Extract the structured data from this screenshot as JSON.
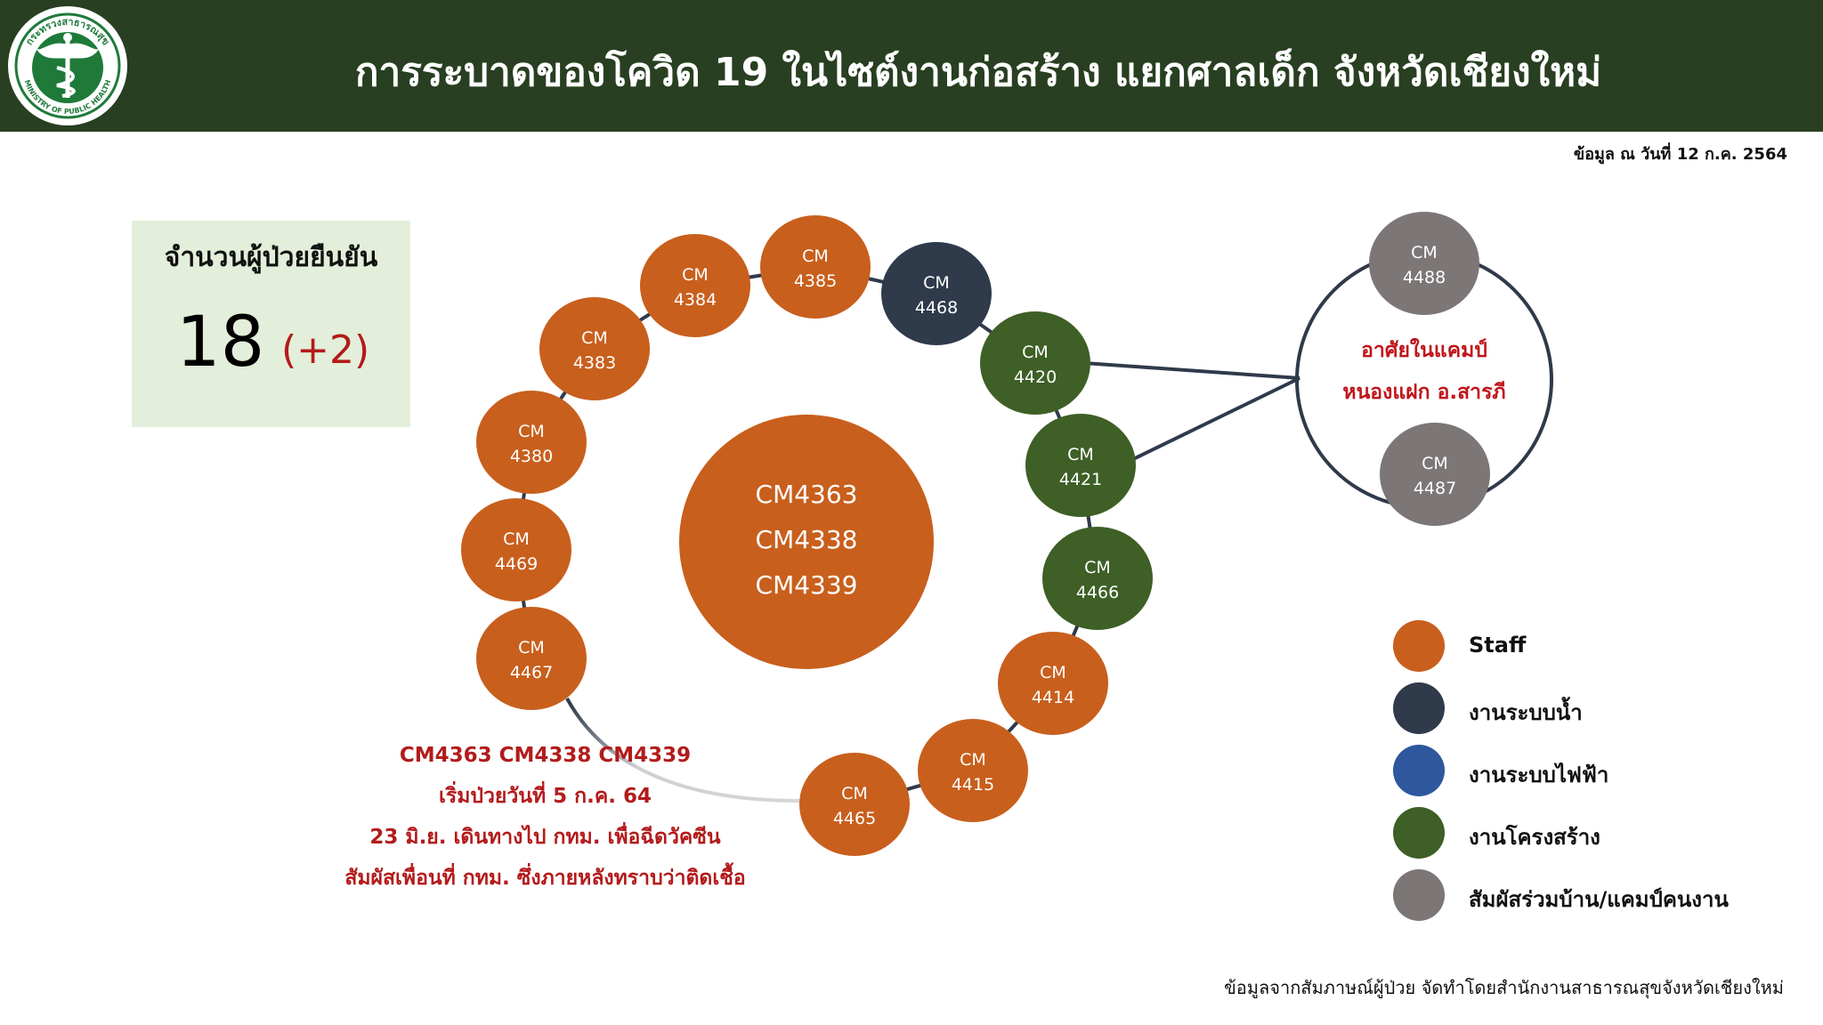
{
  "header": {
    "title": "การระบาดของโควิด 19 ในไซต์งานก่อสร้าง แยกศาลเด็ก จังหวัดเชียงใหม่",
    "logo_text_top": "กระทรวงสาธารณสุข",
    "logo_text_bottom": "MINISTRY OF PUBLIC HEALTH"
  },
  "date_note": "ข้อมูล ณ วันที่ 12 ก.ค. 2564",
  "summary": {
    "label": "จำนวนผู้ป่วยยืนยัน",
    "value": "18",
    "delta": "(+2)"
  },
  "colors": {
    "header_bg": "#283f21",
    "staff": "#c85f1d",
    "water": "#2f3a4b",
    "electric": "#2e579d",
    "structure": "#3e5f26",
    "household": "#7c7676",
    "note_red": "#b31b1b"
  },
  "source_cluster": {
    "lines": [
      "CM4363",
      "CM4338",
      "CM4339"
    ],
    "category": "staff"
  },
  "cases": [
    {
      "prefix": "CM",
      "id": "4385",
      "category": "staff"
    },
    {
      "prefix": "CM",
      "id": "4468",
      "category": "water"
    },
    {
      "prefix": "CM",
      "id": "4420",
      "category": "structure"
    },
    {
      "prefix": "CM",
      "id": "4421",
      "category": "structure"
    },
    {
      "prefix": "CM",
      "id": "4466",
      "category": "structure"
    },
    {
      "prefix": "CM",
      "id": "4414",
      "category": "staff"
    },
    {
      "prefix": "CM",
      "id": "4415",
      "category": "staff"
    },
    {
      "prefix": "CM",
      "id": "4465",
      "category": "staff"
    },
    {
      "prefix": "CM",
      "id": "4467",
      "category": "staff"
    },
    {
      "prefix": "CM",
      "id": "4469",
      "category": "staff"
    },
    {
      "prefix": "CM",
      "id": "4380",
      "category": "staff"
    },
    {
      "prefix": "CM",
      "id": "4383",
      "category": "staff"
    },
    {
      "prefix": "CM",
      "id": "4384",
      "category": "staff"
    }
  ],
  "camp": {
    "label_lines": [
      "อาศัยในแคมป์",
      "หนองแฝก อ.สารภี"
    ],
    "members": [
      {
        "prefix": "CM",
        "id": "4488",
        "category": "household"
      },
      {
        "prefix": "CM",
        "id": "4487",
        "category": "household"
      }
    ],
    "linked_cases": [
      "4420",
      "4421"
    ]
  },
  "note": {
    "lines": [
      "CM4363 CM4338 CM4339",
      "เริ่มป่วยวันที่ 5 ก.ค. 64",
      "23 มิ.ย. เดินทางไป กทม. เพื่อฉีดวัคซีน",
      "สัมผัสเพื่อนที่ กทม. ซึ่งภายหลังทราบว่าติดเชื้อ"
    ]
  },
  "legend": [
    {
      "label": "Staff",
      "category": "staff"
    },
    {
      "label": "งานระบบน้ำ",
      "category": "water"
    },
    {
      "label": "งานระบบไฟฟ้า",
      "category": "electric"
    },
    {
      "label": "งานโครงสร้าง",
      "category": "structure"
    },
    {
      "label": "สัมผัสร่วมบ้าน/แคมป์คนงาน",
      "category": "household"
    }
  ],
  "source": "ข้อมูลจากสัมภาษณ์ผู้ป่วย จัดทำโดยสำนักงานสาธารณสุขจังหวัดเชียงใหม่"
}
